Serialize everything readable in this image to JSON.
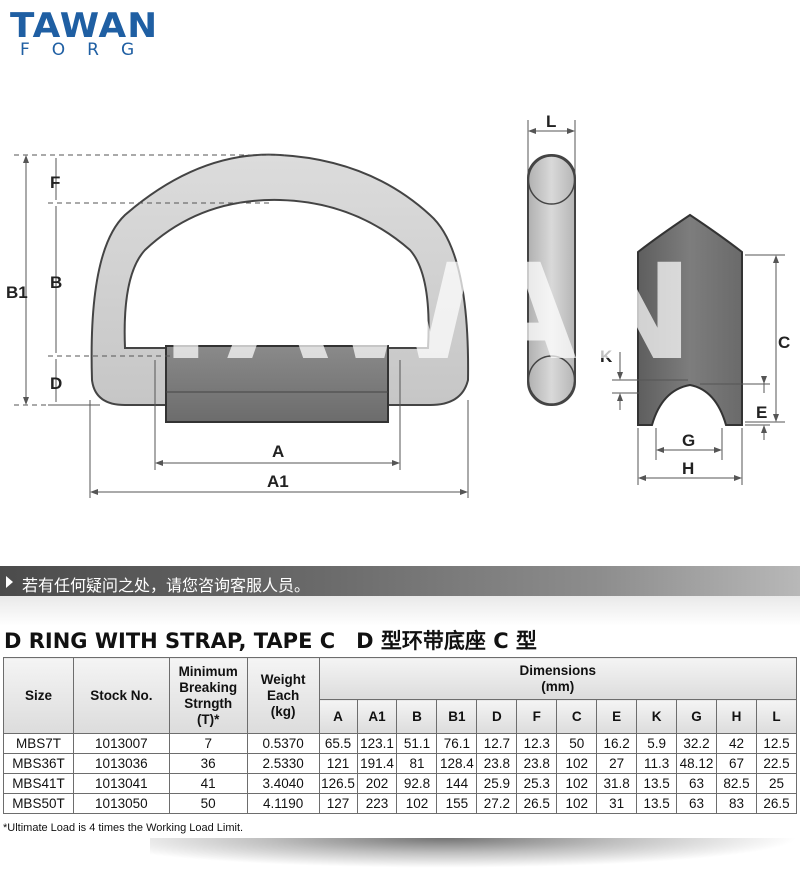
{
  "logo": {
    "main": "TAWAN",
    "sub": "FORG"
  },
  "watermark": "TAWAN",
  "drawing_labels": {
    "F": "F",
    "B": "B",
    "B1": "B1",
    "D": "D",
    "A": "A",
    "A1": "A1",
    "L": "L",
    "C": "C",
    "K": "K",
    "E": "E",
    "G": "G",
    "H": "H"
  },
  "banner": {
    "text": "若有任何疑问之处，请您咨询客服人员。"
  },
  "title": "D RING WITH STRAP, TAPE C　D 型环带底座 C 型",
  "table": {
    "headers": {
      "size": "Size",
      "stock": "Stock No.",
      "mbs_line1": "Minimum",
      "mbs_line2": "Breaking",
      "mbs_line3": "Strngth",
      "mbs_line4": "(T)*",
      "weight_line1": "Weight",
      "weight_line2": "Each",
      "weight_line3": "(kg)",
      "dimensions_line1": "Dimensions",
      "dimensions_line2": "(mm)"
    },
    "dim_cols": [
      "A",
      "A1",
      "B",
      "B1",
      "D",
      "F",
      "C",
      "E",
      "K",
      "G",
      "H",
      "L"
    ],
    "rows": [
      {
        "size": "MBS7T",
        "stock": "1013007",
        "mbs": "7",
        "weight": "0.5370",
        "dims": [
          "65.5",
          "123.1",
          "51.1",
          "76.1",
          "12.7",
          "12.3",
          "50",
          "16.2",
          "5.9",
          "32.2",
          "42",
          "12.5"
        ]
      },
      {
        "size": "MBS36T",
        "stock": "1013036",
        "mbs": "36",
        "weight": "2.5330",
        "dims": [
          "121",
          "191.4",
          "81",
          "128.4",
          "23.8",
          "23.8",
          "102",
          "27",
          "11.3",
          "48.12",
          "67",
          "22.5"
        ]
      },
      {
        "size": "MBS41T",
        "stock": "1013041",
        "mbs": "41",
        "weight": "3.4040",
        "dims": [
          "126.5",
          "202",
          "92.8",
          "144",
          "25.9",
          "25.3",
          "102",
          "31.8",
          "13.5",
          "63",
          "82.5",
          "25"
        ]
      },
      {
        "size": "MBS50T",
        "stock": "1013050",
        "mbs": "50",
        "weight": "4.1190",
        "dims": [
          "127",
          "223",
          "102",
          "155",
          "27.2",
          "26.5",
          "102",
          "31",
          "13.5",
          "63",
          "83",
          "26.5"
        ]
      }
    ]
  },
  "note": "*Ultimate Load is 4 times the Working Load Limit.",
  "colors": {
    "logo": "#1f5fa3",
    "ring_fill": "#d4d4d4",
    "strap_fill": "#7a7a7a",
    "base_fill": "#6e6e6e"
  }
}
